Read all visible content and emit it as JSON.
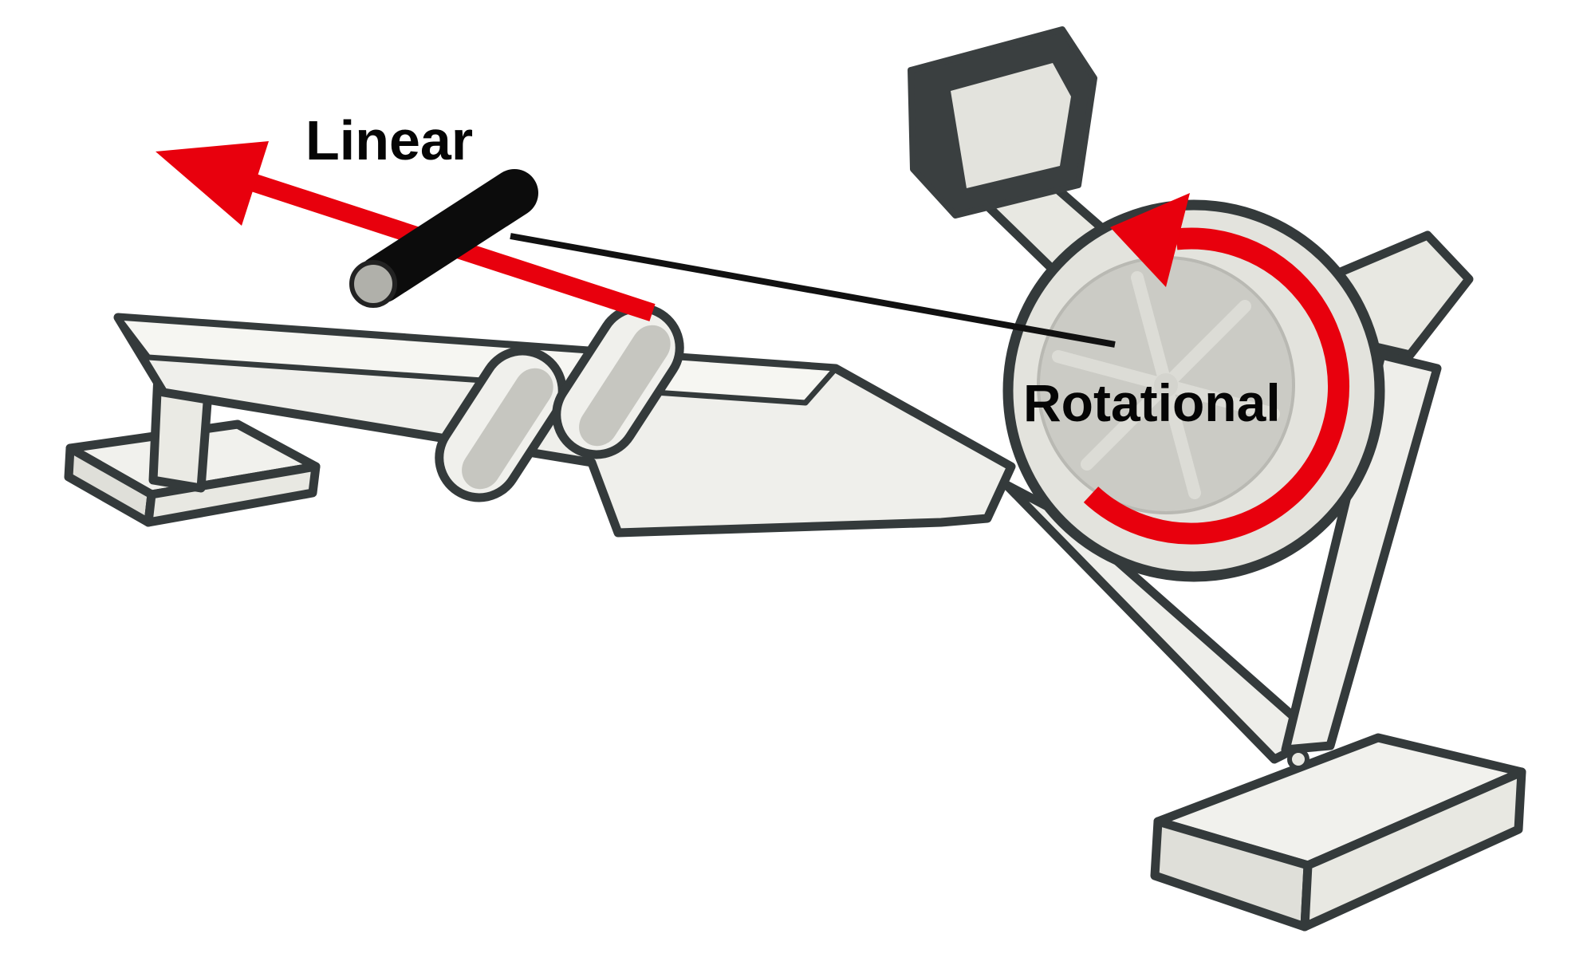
{
  "diagram": {
    "labels": {
      "linear": "Linear",
      "rotational": "Rotational"
    },
    "colors": {
      "arrow_red": "#e8000d",
      "outline": "#343a3b",
      "machine_light": "#efefeb",
      "machine_top": "#f6f6f2",
      "machine_shade": "#dfdfd9",
      "wheel_rim": "#e3e3dd",
      "wheel_face": "#cbcbc5",
      "spoke": "#dcdcd6",
      "seat_inner": "#c6c6c0",
      "handle_black": "#0c0c0c",
      "handle_cap_gray": "#b0b0aa",
      "slab_dark": "#3a3f40",
      "background": "#ffffff"
    },
    "icons": {
      "linear_arrow": "straight-arrow-up-left",
      "rotational_arrow": "circular-arrow-counterclockwise"
    }
  }
}
